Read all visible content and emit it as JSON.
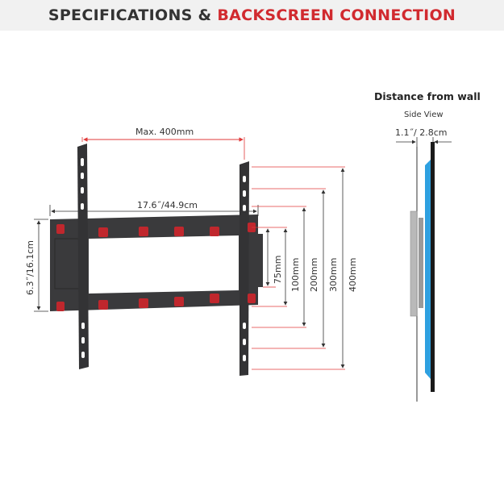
{
  "header": {
    "title_part1": "SPECIFICATIONS & ",
    "title_part2": "BACKSCREEN CONNECTION"
  },
  "colors": {
    "accent": "#d12a2f",
    "bracket": "#3a3a3c",
    "dimension_line": "#e03a3a",
    "tv_panel": "#2ea0e0",
    "header_bg": "#f1f1f1"
  },
  "front_view": {
    "max_width_label": "Max. 400mm",
    "plate_width_label": "17.6˝/44.9cm",
    "plate_height_label": "6.3˝/16.1cm",
    "vesa_heights": [
      "75mm",
      "100mm",
      "200mm",
      "300mm",
      "400mm"
    ]
  },
  "side_view": {
    "title": "Distance from wall",
    "subtitle": "Side View",
    "depth_label": "1.1˝/ 2.8cm"
  }
}
